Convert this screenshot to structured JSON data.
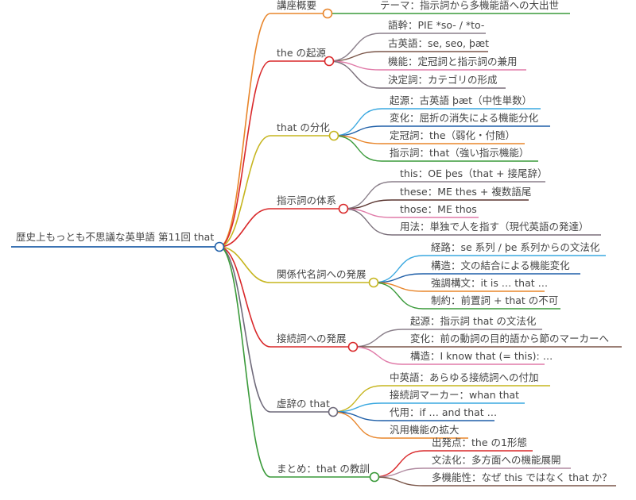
{
  "root": {
    "label": "歴史上もっとも不思議な英単語 第11回 that",
    "color": "#1f5fa8"
  },
  "branches": [
    {
      "label": "講座概要",
      "color": "#e8852a",
      "children": [
        {
          "label": "テーマ：指示詞から多機能語への大出世",
          "color": "#3a9a3a"
        }
      ]
    },
    {
      "label": "the の起源",
      "color": "#d9282a",
      "children": [
        {
          "label": "語幹：PIE *so- / *to-",
          "color": "#8a7f8a"
        },
        {
          "label": "古英語：se, seo, þæt",
          "color": "#7a5548"
        },
        {
          "label": "機能：定冠詞と指示詞の兼用",
          "color": "#e07aa8"
        },
        {
          "label": "決定詞：カテゴリの形成",
          "color": "#7a6f7a"
        }
      ]
    },
    {
      "label": "that の分化",
      "color": "#c6b51f",
      "children": [
        {
          "label": "起源：古英語 þæt（中性単数）",
          "color": "#3aa8e0"
        },
        {
          "label": "変化：屈折の消失による機能分化",
          "color": "#1f5fa8"
        },
        {
          "label": "定冠詞：the（弱化・付随）",
          "color": "#e8852a"
        },
        {
          "label": "指示詞：that（強い指示機能）",
          "color": "#3a9a3a"
        }
      ]
    },
    {
      "label": "指示詞の体系",
      "color": "#d9282a",
      "children": [
        {
          "label": "this：OE þes（that + 接尾辞）",
          "color": "#8a7f8a"
        },
        {
          "label": "these：ME thes + 複数語尾",
          "color": "#5a3530"
        },
        {
          "label": "those：ME thos",
          "color": "#e07aa8"
        },
        {
          "label": "用法：単独で人を指す（現代英語の発達）",
          "color": "#7a6f7a"
        }
      ]
    },
    {
      "label": "関係代名詞への発展",
      "color": "#c6b51f",
      "children": [
        {
          "label": "経路：se 系列 / þe 系列からの文法化",
          "color": "#3aa8e0"
        },
        {
          "label": "構造：文の結合による機能変化",
          "color": "#1f5fa8"
        },
        {
          "label": "強調構文：it is … that …",
          "color": "#e8852a"
        },
        {
          "label": "制約：前置詞 + that の不可",
          "color": "#3a9a3a"
        }
      ]
    },
    {
      "label": "接続詞への発展",
      "color": "#d9282a",
      "children": [
        {
          "label": "起源：指示詞 that の文法化",
          "color": "#8a7f8a"
        },
        {
          "label": "変化：前の動詞の目的語から節のマーカーへ",
          "color": "#7a5548"
        },
        {
          "label": "構造：I know that (= this): …",
          "color": "#e07aa8"
        }
      ]
    },
    {
      "label": "虚辞の that",
      "color": "#6f6a7a",
      "children": [
        {
          "label": "中英語：あらゆる接続詞への付加",
          "color": "#c6b51f"
        },
        {
          "label": "接続詞マーカー：whan that",
          "color": "#3aa8e0"
        },
        {
          "label": "代用：if … and that …",
          "color": "#1f5fa8"
        },
        {
          "label": "汎用機能の拡大",
          "color": "#e8852a"
        }
      ]
    },
    {
      "label": "まとめ：that の教訓",
      "color": "#3a9a3a",
      "children": [
        {
          "label": "出発点：the の1形態",
          "color": "#d9282a"
        },
        {
          "label": "文法化：多方面への機能展開",
          "color": "#b08aa0"
        },
        {
          "label": "多機能性：なぜ this ではなく that か？",
          "color": "#7a5548"
        }
      ]
    }
  ]
}
